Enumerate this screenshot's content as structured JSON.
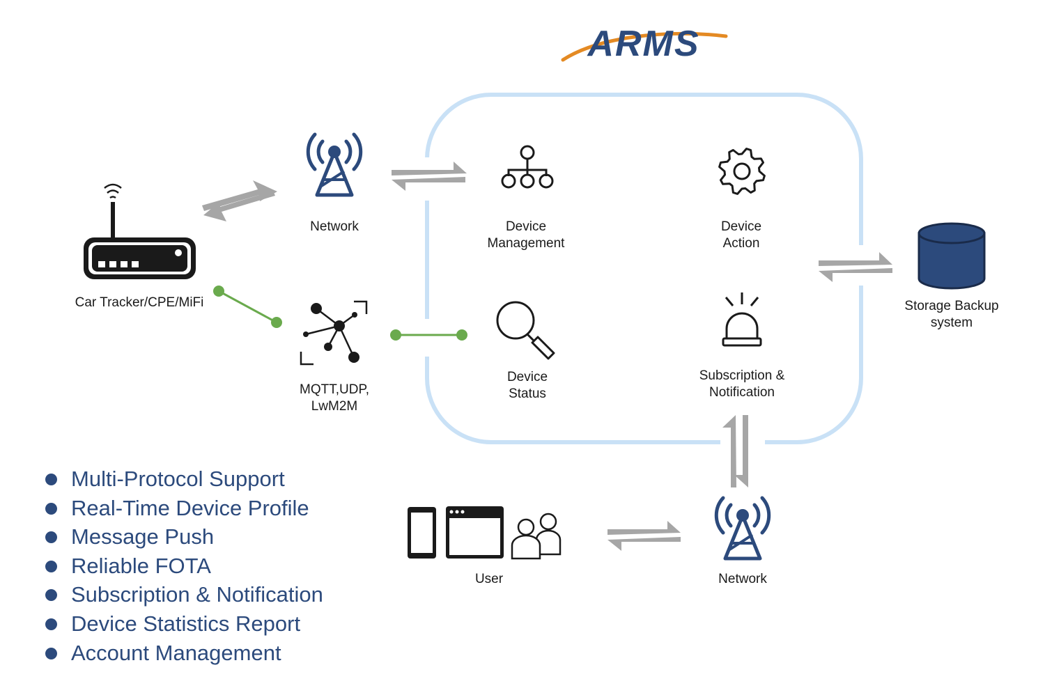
{
  "logo": {
    "text": "ARMS",
    "primary_color": "#2c4a7c",
    "accent_color": "#e48a23"
  },
  "colors": {
    "cloud_border": "#c9e1f6",
    "arrow": "#a6a6a6",
    "link": "#6aaa4d",
    "icon_blue": "#2c4a7c",
    "icon_dark": "#1a1a1a"
  },
  "nodes": {
    "car_tracker": {
      "label": "Car Tracker/CPE/MiFi",
      "icon": "router-icon"
    },
    "network_top": {
      "label": "Network",
      "icon": "cell-tower-icon"
    },
    "protocols": {
      "line1": "MQTT,UDP,",
      "line2": "LwM2M",
      "icon": "protocol-network-icon"
    },
    "device_management": {
      "line1": "Device",
      "line2": "Management",
      "icon": "hierarchy-icon"
    },
    "device_action": {
      "line1": "Device",
      "line2": "Action",
      "icon": "gear-icon"
    },
    "device_status": {
      "line1": "Device",
      "line2": "Status",
      "icon": "magnifier-icon"
    },
    "subscription": {
      "line1": "Subscription &",
      "line2": "Notification",
      "icon": "alarm-light-icon"
    },
    "storage": {
      "line1": "Storage Backup",
      "line2": "system",
      "icon": "database-icon"
    },
    "user": {
      "label": "User",
      "icon": "user-devices-icon"
    },
    "network_bottom": {
      "label": "Network",
      "icon": "cell-tower-icon"
    }
  },
  "features": [
    "Multi-Protocol Support",
    "Real-Time Device Profile",
    "Message Push",
    "Reliable FOTA",
    "Subscription & Notification",
    "Device Statistics Report",
    "Account Management"
  ]
}
